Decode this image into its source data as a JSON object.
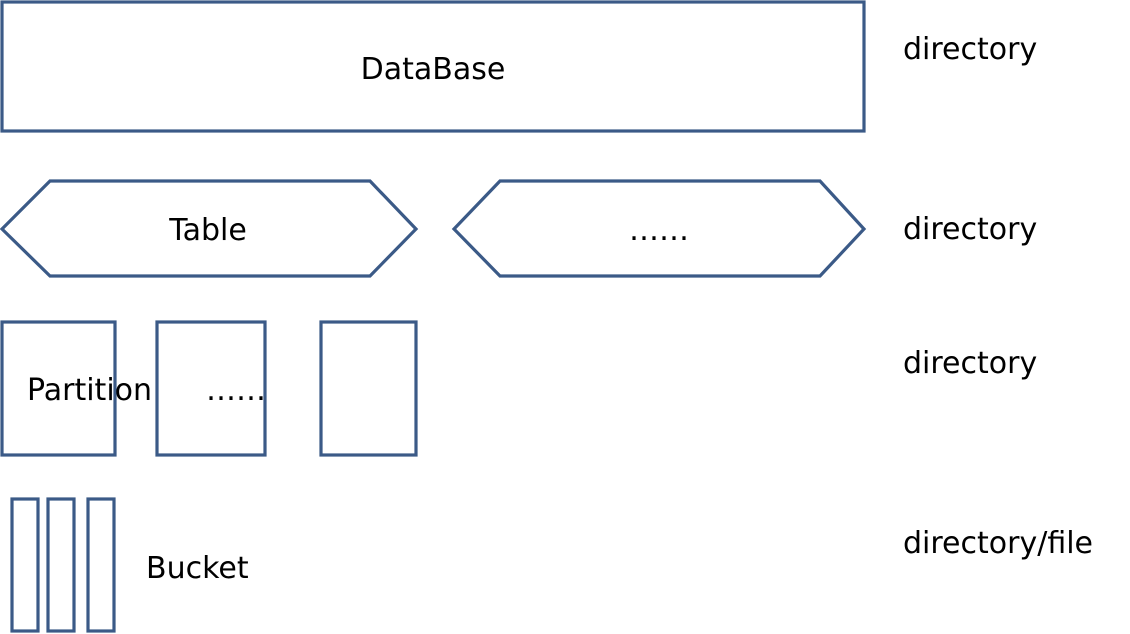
{
  "database": {
    "label": "DataBase",
    "level_label": "directory"
  },
  "table": {
    "label": "Table",
    "more_label": "……",
    "level_label": "directory"
  },
  "partition": {
    "label": "Partition",
    "more_label": "……",
    "level_label": "directory"
  },
  "bucket": {
    "label": "Bucket",
    "level_label": "directory/file"
  },
  "colors": {
    "stroke": "#3b5a87",
    "fill": "#ffffff",
    "text": "#000000"
  }
}
